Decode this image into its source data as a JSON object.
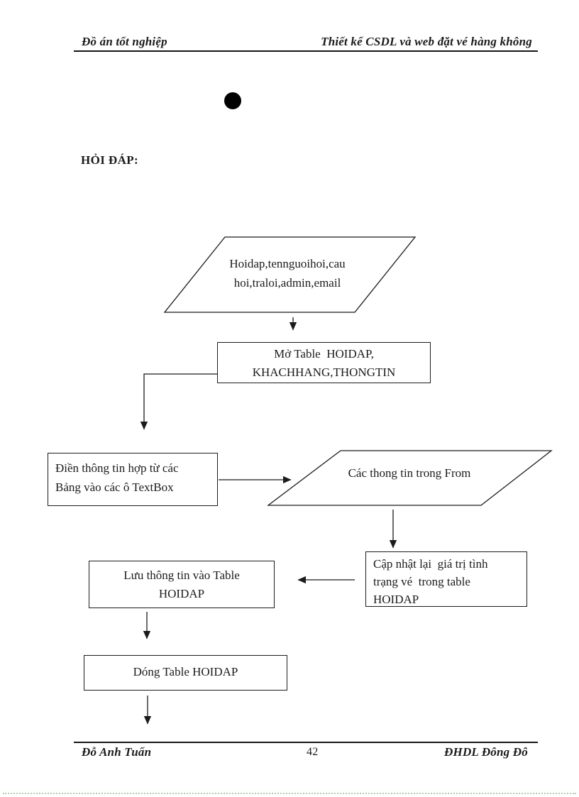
{
  "page": {
    "header": {
      "left": "Đồ án tốt nghiệp",
      "right": "Thiết kế CSDL và web đặt vé hàng không"
    },
    "section_title": "HỎI ĐÁP:",
    "footer": {
      "left": "Đỗ Anh Tuấn",
      "page_number": "42",
      "right": "ĐHDL Đông Đô"
    }
  },
  "flowchart": {
    "input_data": {
      "shape": "parallelogram",
      "lines": [
        "Hoidap,tennguoihoi,cau",
        "hoi,traloi,admin,email"
      ]
    },
    "open_table": {
      "shape": "rectangle",
      "lines": [
        "Mở Table  HOIDAP,",
        "KHACHHANG,THONGTIN"
      ]
    },
    "fill_textbox": {
      "shape": "rectangle",
      "lines": [
        "Điền thông tin hợp từ các",
        "Bảng vào các ô TextBox"
      ]
    },
    "form_info": {
      "shape": "parallelogram",
      "lines": [
        "Các thong tin trong From"
      ]
    },
    "update_status": {
      "shape": "rectangle",
      "lines": [
        "Cập nhật lại  giá trị tình",
        "trạng vé  trong table",
        "HOIDAP"
      ]
    },
    "save_info": {
      "shape": "rectangle",
      "lines": [
        "Lưu thông tin vào Table",
        "HOIDAP"
      ]
    },
    "close_table": {
      "shape": "rectangle",
      "lines": [
        "Dóng Table HOIDAP"
      ]
    }
  },
  "colors": {
    "ink": "#1b1b1b",
    "rule": "#151515",
    "bottom_dotted_line": "#a9d3a9"
  }
}
